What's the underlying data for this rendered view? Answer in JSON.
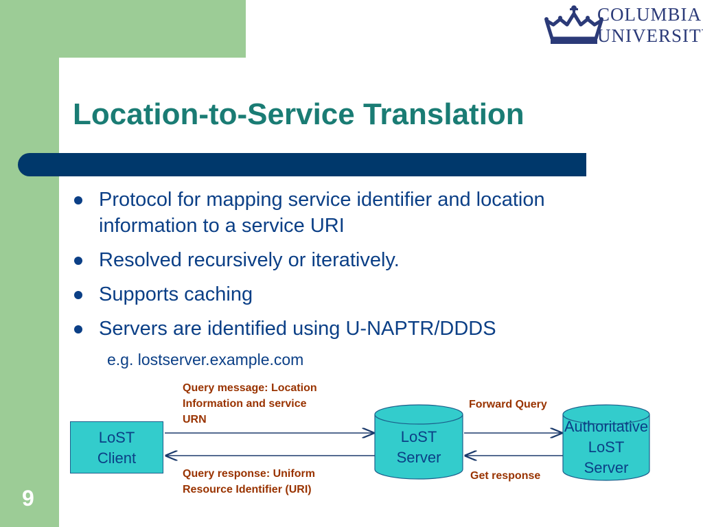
{
  "logo": {
    "line1": "COLUMBIA",
    "line2": "UNIVERSITY",
    "icon": "crown-icon"
  },
  "slide": {
    "title": "Location-to-Service Translation",
    "bullets": [
      "Protocol for mapping service identifier and location information to a service URI",
      "Resolved recursively or iteratively.",
      "Supports caching",
      "Servers are identified using U-NAPTR/DDDS"
    ],
    "sub": "e.g. lostserver.example.com",
    "page": "9"
  },
  "diagram": {
    "client_line1": "LoST",
    "client_line2": "Client",
    "server_line1": "LoST",
    "server_line2": "Server",
    "auth_line1": "Authoritative",
    "auth_line2": "LoST",
    "auth_line3": "Server",
    "query_msg_1": "Query message: Location",
    "query_msg_2": "Information and service",
    "query_msg_3": "URN",
    "query_resp_1": "Query response: Uniform",
    "query_resp_2": "Resource Identifier (URI)",
    "forward": "Forward Query",
    "get_resp": "Get response"
  },
  "colors": {
    "green": "#9ccc96",
    "title": "#1a7c74",
    "bar": "#00386b",
    "text": "#0b3f86",
    "box": "#33cccc",
    "note": "#993300"
  }
}
